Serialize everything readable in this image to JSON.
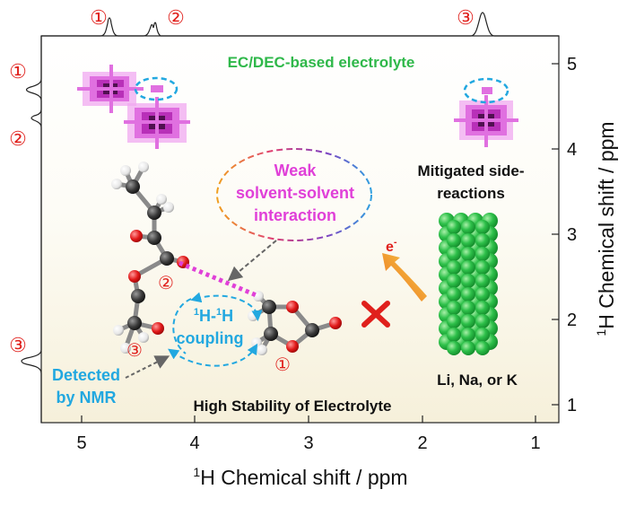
{
  "axes": {
    "xlabel_sup": "1",
    "xlabel_rest": "H Chemical shift / ppm",
    "ylabel_sup": "1",
    "ylabel_rest": "H Chemical shift / ppm",
    "x_ticks": [
      "5",
      "4",
      "3",
      "2",
      "1"
    ],
    "y_ticks": [
      "5",
      "4",
      "3",
      "2",
      "1"
    ]
  },
  "peak_labels": {
    "one": "①",
    "two": "②",
    "three": "③"
  },
  "texts": {
    "title": "EC/DEC-based electrolyte",
    "weak_l1": "Weak",
    "weak_l2": "solvent-solvent",
    "weak_l3": "interaction",
    "mitigated_l1": "Mitigated side-",
    "mitigated_l2": "reactions",
    "electron": "e",
    "electron_sup": "-",
    "coupling_sup1": "1",
    "coupling_h1": "H-",
    "coupling_sup2": "1",
    "coupling_h2": "H",
    "coupling_l2": "coupling",
    "detected_l1": "Detected",
    "detected_l2": "by NMR",
    "metals": "Li, Na, or K",
    "stability": "High Stability of Electrolyte"
  },
  "colors": {
    "green_text": "#2fb84a",
    "pink_text": "#e040d8",
    "blue": "#22a8e0",
    "red": "#e0201c",
    "magenta": "#d84ed8",
    "sphere_green": "#2ec04a"
  }
}
